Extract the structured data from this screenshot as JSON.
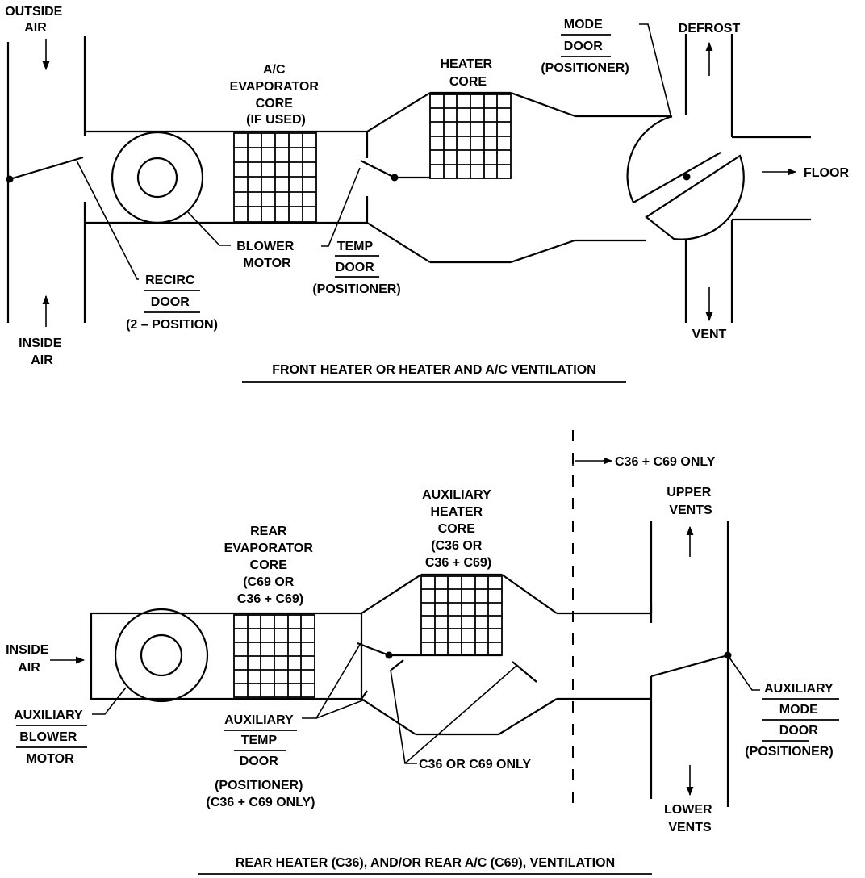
{
  "front": {
    "title": "FRONT HEATER OR HEATER AND A/C VENTILATION",
    "outside_air": [
      "OUTSIDE",
      "AIR"
    ],
    "inside_air": [
      "INSIDE",
      "AIR"
    ],
    "evaporator": [
      "A/C",
      "EVAPORATOR",
      "CORE",
      "(IF USED)"
    ],
    "heater_core": [
      "HEATER",
      "CORE"
    ],
    "mode_door": [
      "MODE",
      "DOOR",
      "(POSITIONER)"
    ],
    "defrost": "DEFROST",
    "floor": "FLOOR",
    "vent": "VENT",
    "blower_motor": [
      "BLOWER",
      "MOTOR"
    ],
    "temp_door": [
      "TEMP",
      "DOOR",
      "(POSITIONER)"
    ],
    "recirc_door": [
      "RECIRC",
      "DOOR",
      "(2 – POSITION)"
    ]
  },
  "rear": {
    "title": "REAR HEATER (C36), AND/OR  REAR A/C (C69), VENTILATION",
    "c36_c69_only": "C36 + C69 ONLY",
    "aux_heater_core": [
      "AUXILIARY",
      "HEATER",
      "CORE",
      "(C36 OR",
      "C36 + C69)"
    ],
    "rear_evaporator": [
      "REAR",
      "EVAPORATOR",
      "CORE",
      "(C69 OR",
      "C36 + C69)"
    ],
    "upper_vents": [
      "UPPER",
      "VENTS"
    ],
    "inside_air": [
      "INSIDE",
      "AIR"
    ],
    "aux_blower_motor": [
      "AUXILIARY",
      "BLOWER",
      "MOTOR"
    ],
    "aux_temp_door": [
      "AUXILIARY",
      "TEMP",
      "DOOR",
      "(POSITIONER)",
      "(C36 + C69 ONLY)"
    ],
    "c36_or_c69_only": "C36 OR C69 ONLY",
    "aux_mode_door": [
      "AUXILIARY",
      "MODE",
      "DOOR",
      "(POSITIONER)"
    ],
    "lower_vents": [
      "LOWER",
      "VENTS"
    ]
  }
}
